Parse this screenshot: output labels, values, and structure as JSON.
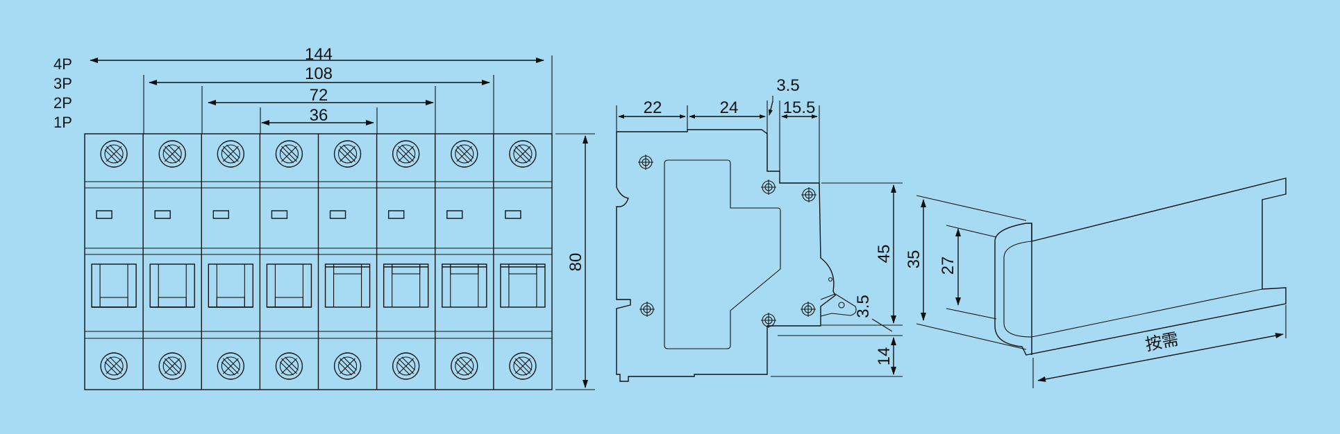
{
  "colors": {
    "background": "#a7dbf3",
    "line": "#111111"
  },
  "front_view": {
    "pole_labels": [
      "4P",
      "3P",
      "2P",
      "1P"
    ],
    "width_dims": [
      "144",
      "108",
      "72",
      "36"
    ],
    "height_dim": "80",
    "module_count": 8,
    "toggle_state": [
      "down",
      "down",
      "down",
      "down",
      "up",
      "up",
      "up",
      "up"
    ]
  },
  "side_view": {
    "top_dims": [
      "22",
      "24",
      "3.5",
      "15.5"
    ],
    "right_dims": [
      "45",
      "3.5",
      "14"
    ]
  },
  "din_rail": {
    "dims": [
      "35",
      "27"
    ],
    "length_label": "按需"
  }
}
